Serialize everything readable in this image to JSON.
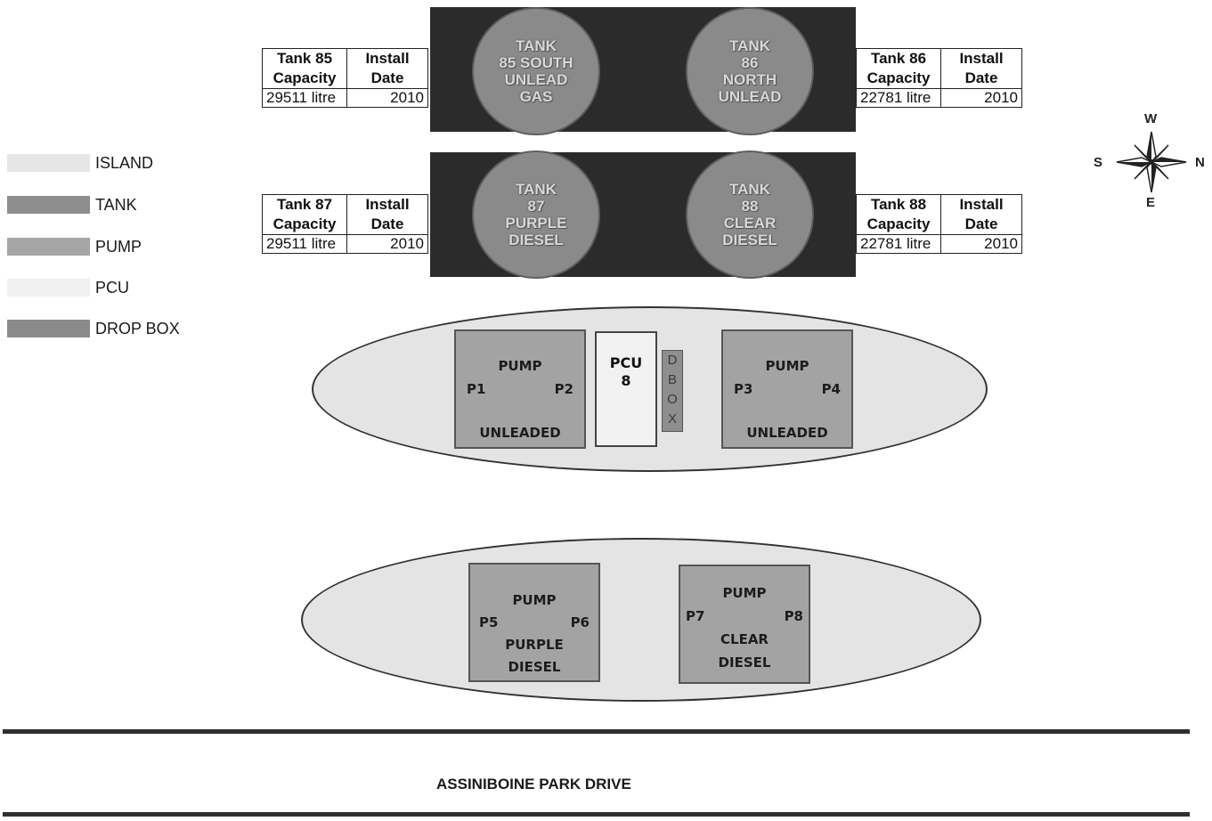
{
  "legend": [
    {
      "label": "ISLAND",
      "color": "#e6e6e6"
    },
    {
      "label": "TANK",
      "color": "#8d8d8d"
    },
    {
      "label": "PUMP",
      "color": "#a5a5a5"
    },
    {
      "label": "PCU",
      "color": "#f0f0f0"
    },
    {
      "label": "DROP BOX",
      "color": "#8a8a8a"
    }
  ],
  "tanks": [
    {
      "label": "TANK\n85 SOUTH\nUNLEAD\nGAS"
    },
    {
      "label": "TANK\n86\nNORTH\nUNLEAD"
    },
    {
      "label": "TANK\n87\nPURPLE\nDIESEL"
    },
    {
      "label": "TANK\n88\nCLEAR\nDIESEL"
    }
  ],
  "tank_tables": [
    {
      "capacity_header": "Tank 85\nCapacity",
      "date_header": "Install\nDate",
      "capacity": "29511 litre",
      "date": "2010"
    },
    {
      "capacity_header": "Tank 86\nCapacity",
      "date_header": "Install\nDate",
      "capacity": "22781 litre",
      "date": "2010"
    },
    {
      "capacity_header": "Tank 87\nCapacity",
      "date_header": "Install\nDate",
      "capacity": "29511 litre",
      "date": "2010"
    },
    {
      "capacity_header": "Tank 88\nCapacity",
      "date_header": "Install\nDate",
      "capacity": "22781 litre",
      "date": "2010"
    }
  ],
  "compass": {
    "w": "W",
    "s": "S",
    "n": "N",
    "e": "E"
  },
  "island1": {
    "pump_left": {
      "title": "PUMP",
      "left": "P1",
      "right": "P2",
      "fuel": "UNLEADED"
    },
    "pcu": "PCU\n8",
    "dbox": [
      "D",
      "B",
      "O",
      "X"
    ],
    "pump_right": {
      "title": "PUMP",
      "left": "P3",
      "right": "P4",
      "fuel": "UNLEADED"
    }
  },
  "island2": {
    "pump_left": {
      "title": "PUMP",
      "left": "P5",
      "right": "P6",
      "fuel1": "PURPLE",
      "fuel2": "DIESEL"
    },
    "pump_right": {
      "title": "PUMP",
      "left": "P7",
      "right": "P8",
      "fuel1": "CLEAR",
      "fuel2": "DIESEL"
    }
  },
  "road": {
    "name": "ASSINIBOINE PARK DRIVE"
  }
}
